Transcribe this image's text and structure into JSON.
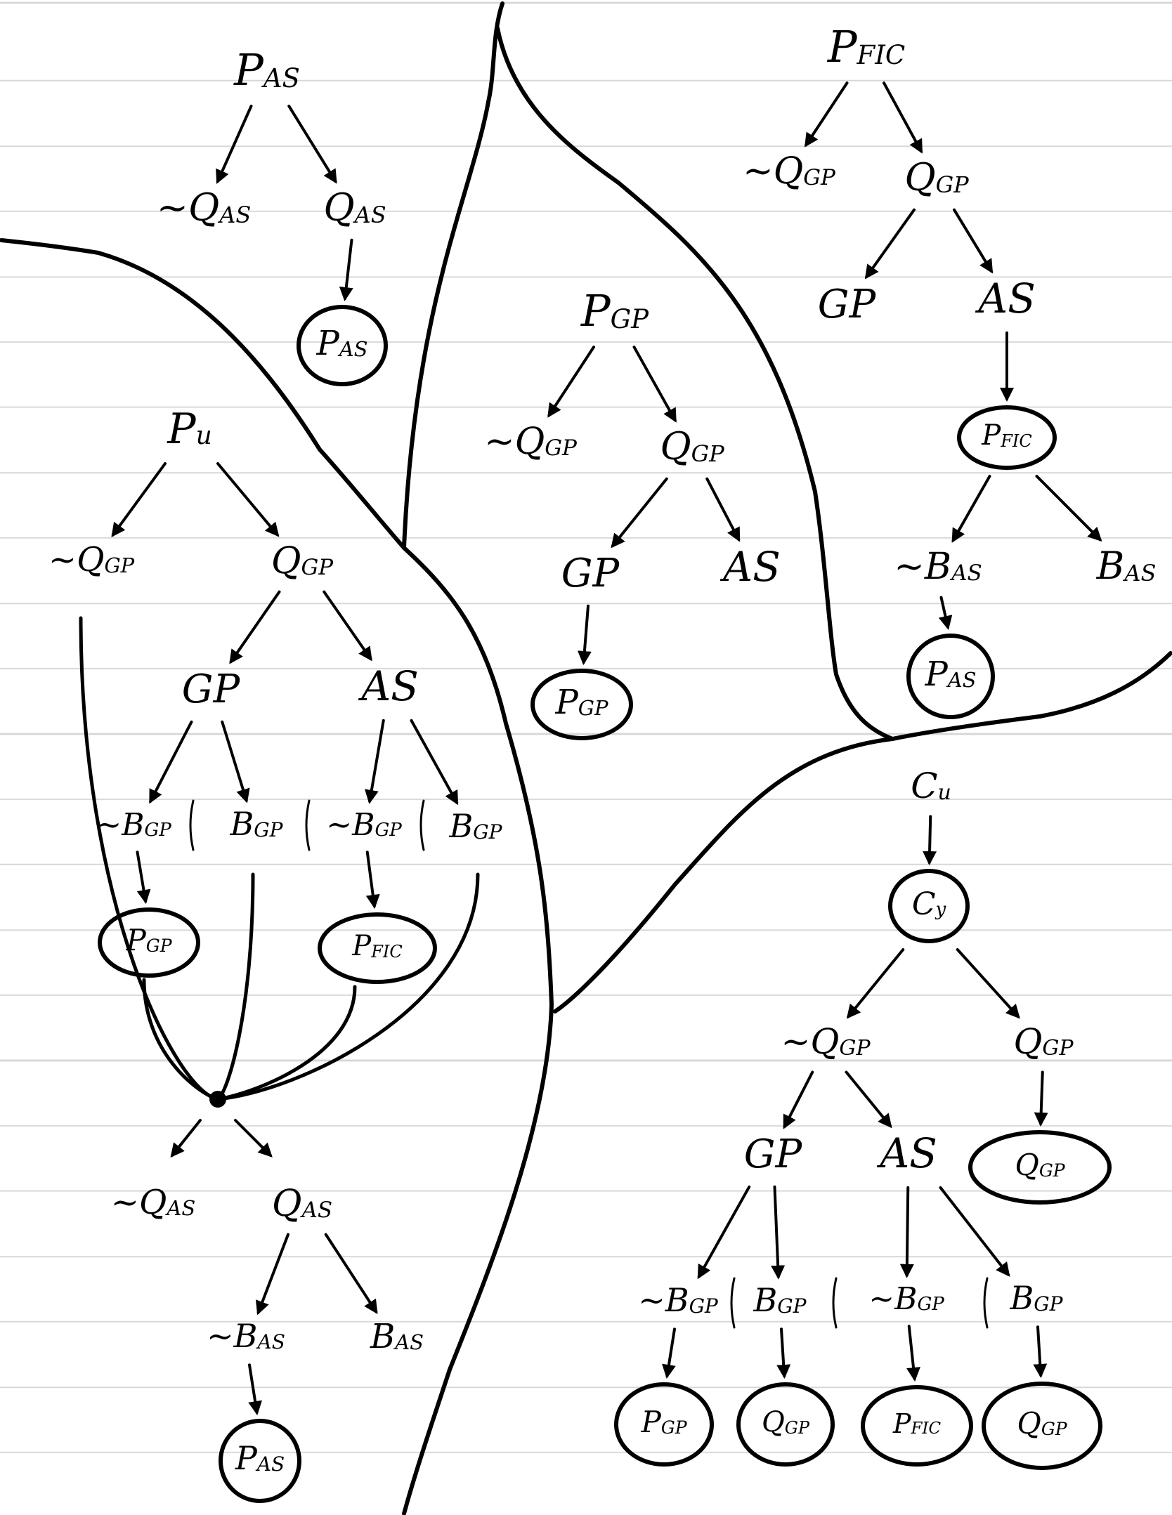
{
  "title": "",
  "style": {
    "ink_color": "#000000",
    "paper_color": "#ffffff",
    "rule_color": "#d6d6d6"
  },
  "panels": [
    {
      "id": "pas",
      "nodes": [
        {
          "id": "pas-root",
          "label": "P",
          "sub": "AS",
          "circled": false
        },
        {
          "id": "pas-notq",
          "label": "~Q",
          "sub": "AS",
          "circled": false
        },
        {
          "id": "pas-q",
          "label": "Q",
          "sub": "AS",
          "circled": false
        },
        {
          "id": "pas-leaf",
          "label": "P",
          "sub": "AS",
          "circled": true
        }
      ]
    },
    {
      "id": "pgp",
      "nodes": [
        {
          "id": "pgp-root",
          "label": "P",
          "sub": "GP",
          "circled": false
        },
        {
          "id": "pgp-notq",
          "label": "~Q",
          "sub": "GP",
          "circled": false
        },
        {
          "id": "pgp-q",
          "label": "Q",
          "sub": "GP",
          "circled": false
        },
        {
          "id": "pgp-gp",
          "label": "GP",
          "sub": "",
          "circled": false
        },
        {
          "id": "pgp-as",
          "label": "AS",
          "sub": "",
          "circled": false
        },
        {
          "id": "pgp-leaf",
          "label": "P",
          "sub": "GP",
          "circled": true
        }
      ]
    },
    {
      "id": "pfic",
      "nodes": [
        {
          "id": "pfic-root",
          "label": "P",
          "sub": "FIC",
          "circled": false
        },
        {
          "id": "pfic-notq",
          "label": "~Q",
          "sub": "GP",
          "circled": false
        },
        {
          "id": "pfic-q",
          "label": "Q",
          "sub": "GP",
          "circled": false
        },
        {
          "id": "pfic-gp",
          "label": "GP",
          "sub": "",
          "circled": false
        },
        {
          "id": "pfic-as",
          "label": "AS",
          "sub": "",
          "circled": false
        },
        {
          "id": "pfic-p",
          "label": "P",
          "sub": "FIC",
          "circled": true
        },
        {
          "id": "pfic-notb",
          "label": "~B",
          "sub": "AS",
          "circled": false
        },
        {
          "id": "pfic-b",
          "label": "B",
          "sub": "AS",
          "circled": false
        },
        {
          "id": "pfic-leaf",
          "label": "P",
          "sub": "AS",
          "circled": true
        }
      ]
    },
    {
      "id": "pu",
      "nodes": [
        {
          "id": "pu-root",
          "label": "P",
          "sub": "u",
          "circled": false
        },
        {
          "id": "pu-notq",
          "label": "~Q",
          "sub": "GP",
          "circled": false
        },
        {
          "id": "pu-q",
          "label": "Q",
          "sub": "GP",
          "circled": false
        },
        {
          "id": "pu-gp",
          "label": "GP",
          "sub": "",
          "circled": false
        },
        {
          "id": "pu-as",
          "label": "AS",
          "sub": "",
          "circled": false
        },
        {
          "id": "pu-notb1",
          "label": "~B",
          "sub": "GP",
          "circled": false
        },
        {
          "id": "pu-b1",
          "label": "B",
          "sub": "GP",
          "circled": false
        },
        {
          "id": "pu-notb2",
          "label": "~B",
          "sub": "GP",
          "circled": false
        },
        {
          "id": "pu-b2",
          "label": "B",
          "sub": "GP",
          "circled": false
        },
        {
          "id": "pu-pgp",
          "label": "P",
          "sub": "GP",
          "circled": true
        },
        {
          "id": "pu-pfic",
          "label": "P",
          "sub": "FIC",
          "circled": true
        },
        {
          "id": "pu-notqas",
          "label": "~Q",
          "sub": "AS",
          "circled": false
        },
        {
          "id": "pu-qas",
          "label": "Q",
          "sub": "AS",
          "circled": false
        },
        {
          "id": "pu-notbas",
          "label": "~B",
          "sub": "AS",
          "circled": false
        },
        {
          "id": "pu-bas",
          "label": "B",
          "sub": "AS",
          "circled": false
        },
        {
          "id": "pu-leaf",
          "label": "P",
          "sub": "AS",
          "circled": true
        }
      ]
    },
    {
      "id": "cu",
      "nodes": [
        {
          "id": "cu-root",
          "label": "C",
          "sub": "u",
          "circled": false
        },
        {
          "id": "cu-cy",
          "label": "C",
          "sub": "y",
          "circled": true
        },
        {
          "id": "cu-notq",
          "label": "~Q",
          "sub": "GP",
          "circled": false
        },
        {
          "id": "cu-q",
          "label": "Q",
          "sub": "GP",
          "circled": false
        },
        {
          "id": "cu-qleaf",
          "label": "Q",
          "sub": "GP",
          "circled": true
        },
        {
          "id": "cu-gp",
          "label": "GP",
          "sub": "",
          "circled": false
        },
        {
          "id": "cu-as",
          "label": "AS",
          "sub": "",
          "circled": false
        },
        {
          "id": "cu-notb1",
          "label": "~B",
          "sub": "GP",
          "circled": false
        },
        {
          "id": "cu-b1",
          "label": "B",
          "sub": "GP",
          "circled": false
        },
        {
          "id": "cu-notb2",
          "label": "~B",
          "sub": "GP",
          "circled": false
        },
        {
          "id": "cu-b2",
          "label": "B",
          "sub": "GP",
          "circled": false
        },
        {
          "id": "cu-leaf1",
          "label": "P",
          "sub": "GP",
          "circled": true
        },
        {
          "id": "cu-leaf2",
          "label": "Q",
          "sub": "GP",
          "circled": true
        },
        {
          "id": "cu-leaf3",
          "label": "P",
          "sub": "FIC",
          "circled": true
        },
        {
          "id": "cu-leaf4",
          "label": "Q",
          "sub": "GP",
          "circled": true
        }
      ]
    }
  ]
}
